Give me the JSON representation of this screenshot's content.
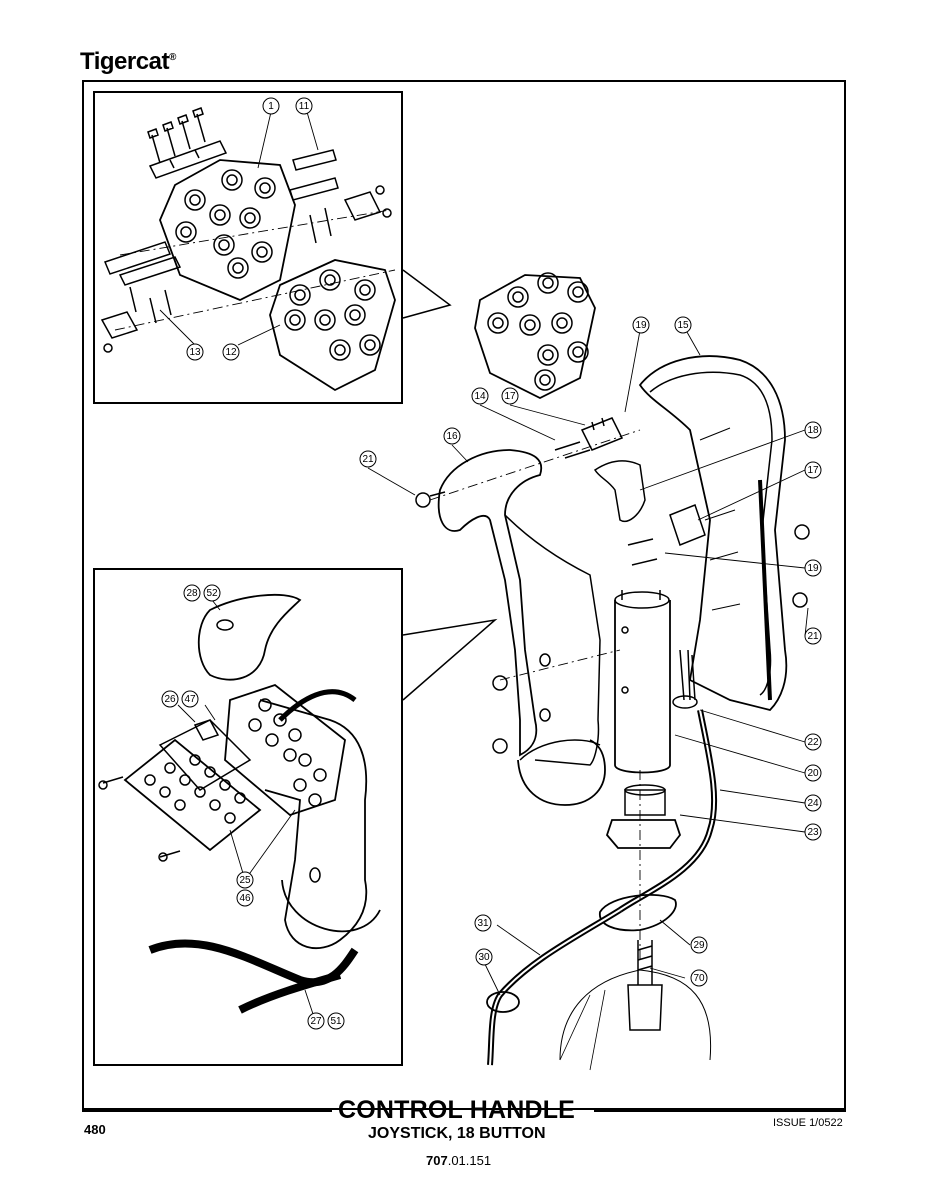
{
  "brand": {
    "name": "Tigercat",
    "mark": "®"
  },
  "title": "CONTROL HANDLE",
  "subtitle": "JOYSTICK, 18 BUTTON",
  "page_number": "480",
  "issue": "ISSUE 1/0522",
  "doc_number_bold": "707",
  "doc_number_rest": ".01.151",
  "callouts": {
    "c1": "1",
    "c11": "11",
    "c13": "13",
    "c12": "12",
    "c19a": "19",
    "c15": "15",
    "c14": "14",
    "c17a": "17",
    "c16": "16",
    "c18": "18",
    "c21a": "21",
    "c17b": "17",
    "c19b": "19",
    "c21b": "21",
    "c22": "22",
    "c20": "20",
    "c24": "24",
    "c23": "23",
    "c28": "28",
    "c52": "52",
    "c26": "26",
    "c47": "47",
    "c25": "25",
    "c46": "46",
    "c31": "31",
    "c29": "29",
    "c30": "30",
    "c70": "70",
    "c27": "27",
    "c51": "51"
  }
}
